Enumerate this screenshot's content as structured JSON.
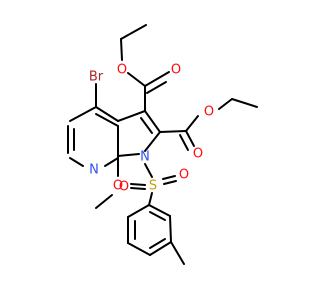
{
  "molecule": {
    "atoms": {
      "br": "Br",
      "ester_upper_o_carbonyl": "O",
      "ester_upper_o_ether": "O",
      "ester_lower_o_ether": "O",
      "ester_lower_o_carbonyl": "O",
      "ring_n_pyridine": "N",
      "ring_n_pyrrole": "N",
      "methoxy_o": "O",
      "sulfonyl_s": "S",
      "sulfonyl_o_left": "O",
      "sulfonyl_o_right": "O"
    }
  },
  "colors": {
    "bond": "#000000",
    "bromine": "#a52a2a",
    "oxygen": "#ff0d0d",
    "nitrogen": "#3050f8",
    "sulfur": "#c8a000"
  }
}
